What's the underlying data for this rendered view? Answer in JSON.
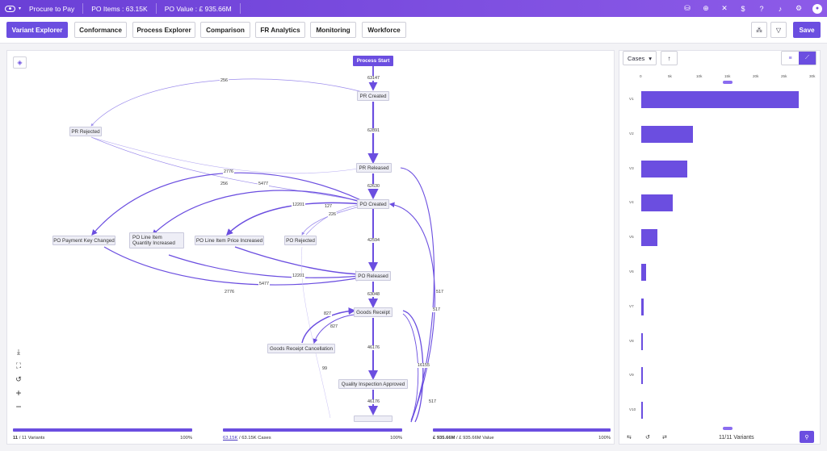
{
  "topbar": {
    "app_name": "Procure to Pay",
    "po_items": "PO Items : 63.15K",
    "po_value": "PO Value : £ 935.66M",
    "avatar_initial": "●"
  },
  "tabs": [
    "Variant Explorer",
    "Conformance",
    "Process Explorer",
    "Comparison",
    "FR Analytics",
    "Monitoring",
    "Workforce"
  ],
  "toolbar": {
    "save_label": "Save"
  },
  "map": {
    "nodes": {
      "process_start": "Process Start",
      "pr_created": "PR Created",
      "pr_rejected": "PR Rejected",
      "pr_released": "PR Released",
      "po_created": "PO Created",
      "po_payment_key": "PO Payment Key Changed",
      "po_line_qty": "PO Line Item Quantity Increased",
      "po_line_price": "PO Line Item Price Increased",
      "po_rejected": "PO Rejected",
      "po_released": "PO Released",
      "goods_receipt": "Goods Receipt",
      "gr_cancel": "Goods Receipt Cancellation",
      "quality": "Quality Inspection Approved"
    },
    "edges": {
      "e_start_pr": "63147",
      "e_pr_rej": "256",
      "e_pr_rel": "62891",
      "e_rej_po": "256",
      "e_rel_po": "62630",
      "e_2776a": "2776",
      "e_5477a": "5477",
      "e_12201a": "12201",
      "e_127": "127",
      "e_226": "226",
      "e_po_rel": "42594",
      "e_12201b": "12201",
      "e_5477b": "5477",
      "e_2776b": "2776",
      "e_63048": "63048",
      "e_827a": "827",
      "e_827b": "827",
      "e_46176a": "46176",
      "e_99": "99",
      "e_16155": "16155",
      "e_46176b": "46176",
      "e_517a": "517",
      "e_517b": "517",
      "e_517c": "517"
    }
  },
  "footer": {
    "variants_prefix": "11",
    "variants_suffix": " / 11 Variants",
    "variants_pct": "100%",
    "cases_link": "63.15K",
    "cases_suffix": " / 63.15K Cases",
    "cases_pct": "100%",
    "value_bold": "£ 935.66M",
    "value_suffix": " / £ 935.66M Value",
    "value_pct": "100%"
  },
  "right_panel": {
    "metric_select": "Cases",
    "variants_count": "11/11 Variants",
    "axis_ticks": [
      "0",
      "5k",
      "10k",
      "15k",
      "20k",
      "25k",
      "30k"
    ]
  },
  "chart_data": {
    "type": "bar",
    "orientation": "horizontal",
    "categories": [
      "V1",
      "V2",
      "V3",
      "V4",
      "V5",
      "V6",
      "V7",
      "V8",
      "V9",
      "V10"
    ],
    "values": [
      27800,
      9100,
      8200,
      5500,
      2800,
      800,
      450,
      250,
      200,
      150
    ],
    "xlim": [
      0,
      30000
    ],
    "xlabel": "",
    "ylabel": "",
    "title": ""
  },
  "colors": {
    "accent": "#6b4ee0",
    "topbar_start": "#6a3fd6",
    "topbar_end": "#8d5be8"
  }
}
